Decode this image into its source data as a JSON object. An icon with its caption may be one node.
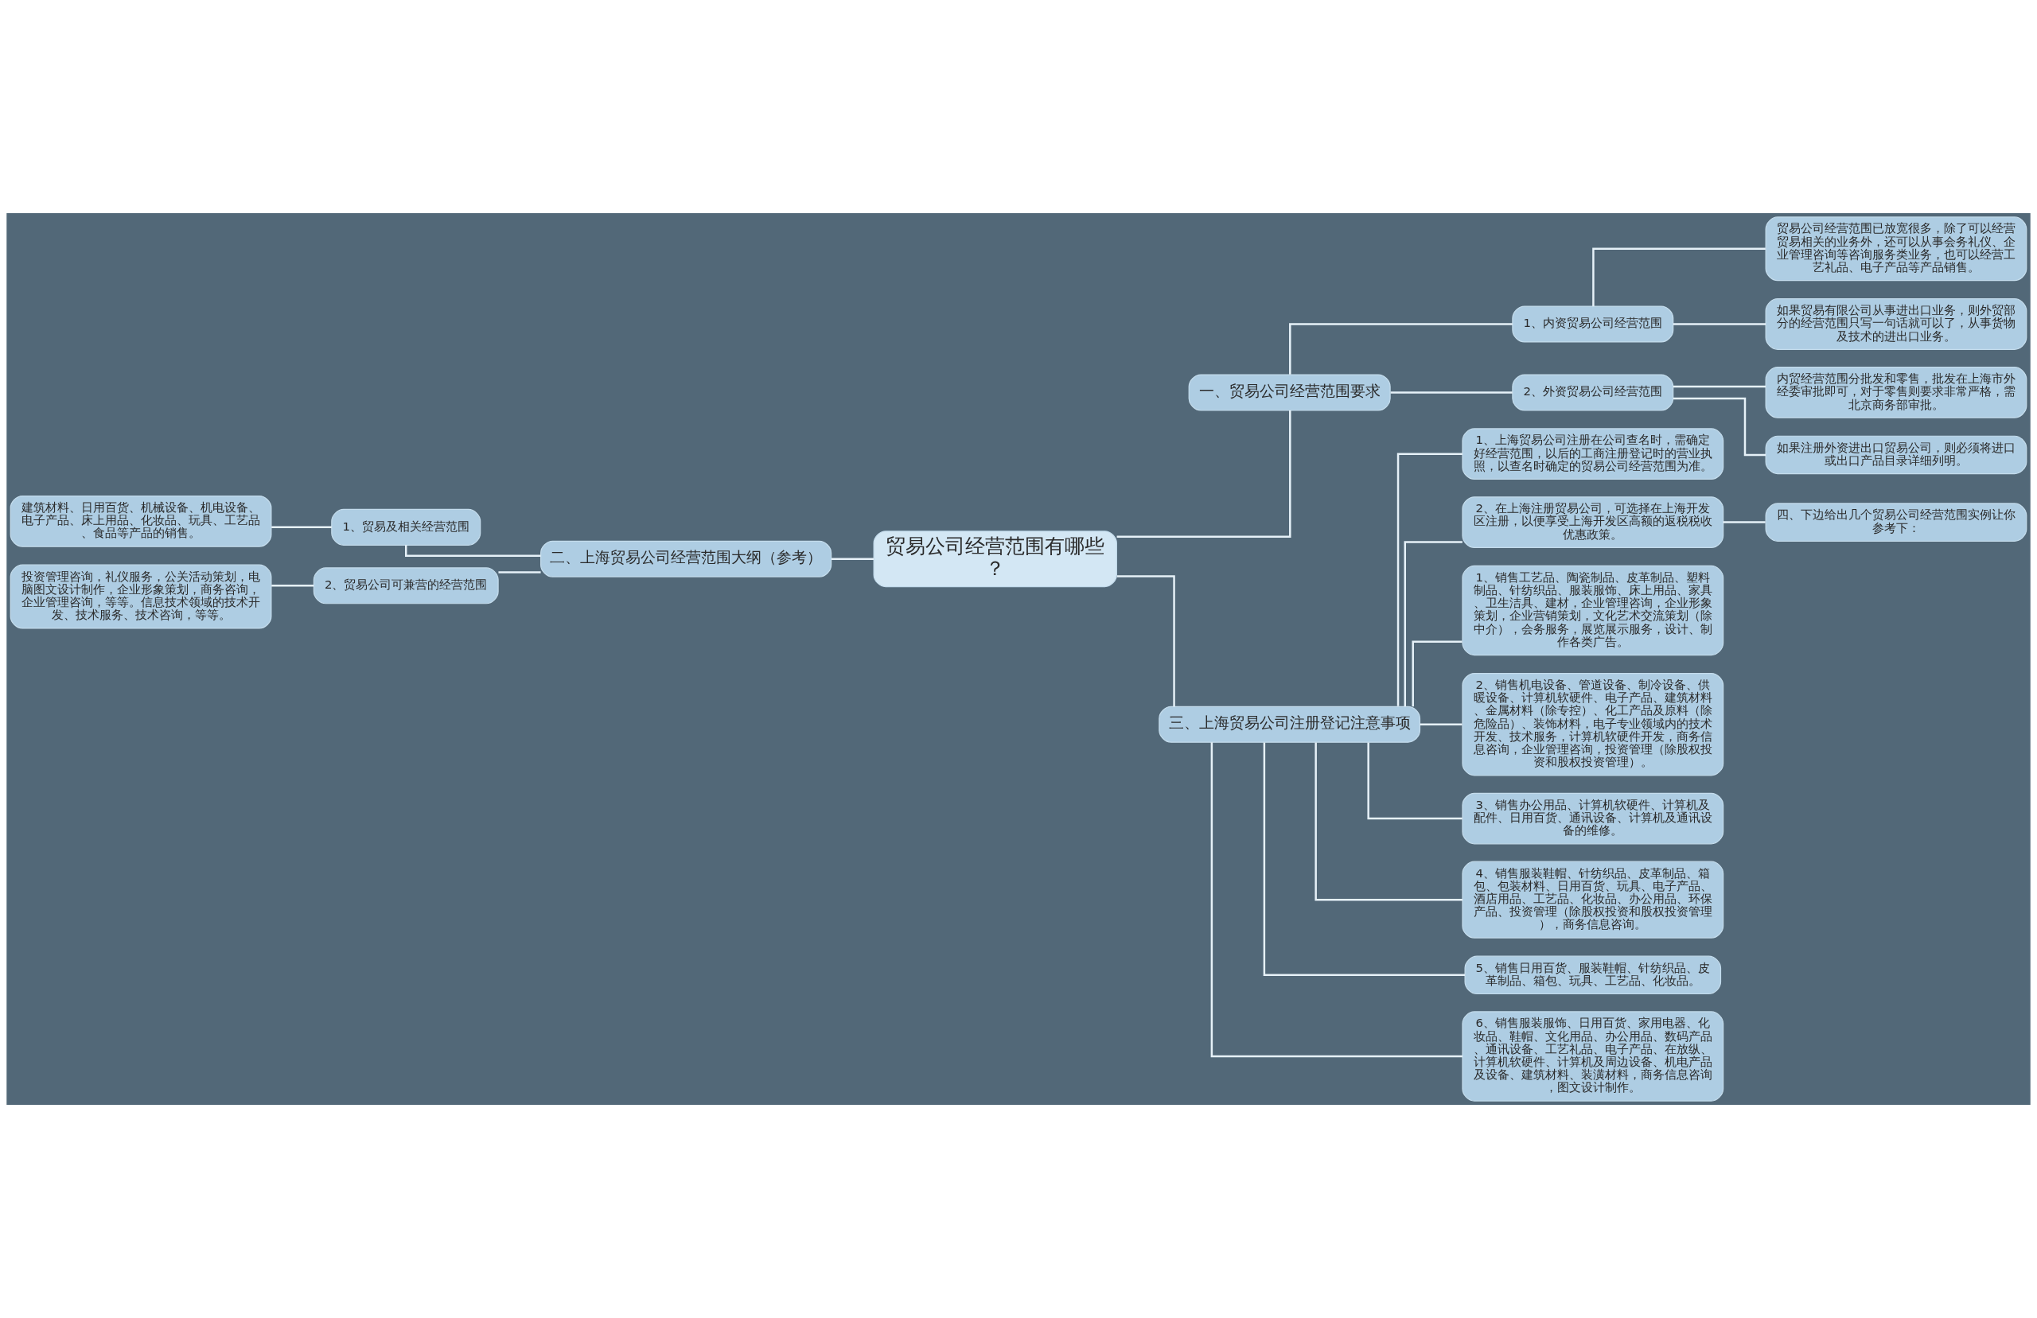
{
  "diagram": {
    "nodes": [
      {
        "text": [
          "贸易公司经营范围有哪些？"
        ]
      },
      {
        "text": [
          "一、贸易公司经营范围要求"
        ]
      },
      {
        "text": [
          "1、内资贸易公司经营范围"
        ]
      },
      {
        "text": [
          "贸易公司经营范围已放宽很多，除了可以经营贸易相关的业务外，还可以从事会务礼仪、企业管理咨询等咨询服务类业务，也可以经营工艺礼品、电子产品等产品销售。"
        ]
      },
      {
        "text": [
          "如果贸易有限公司从事进出口业务，则外贸部分的经营范围只写一句话就可以了，从事货物及技术的进出口业务。"
        ]
      },
      {
        "text": [
          "2、外资贸易公司经营范围"
        ]
      },
      {
        "text": [
          "内贸经营范围分批发和零售，批发在上海市外经委审批即可，对于零售则要求非常严格，需北京商务部审批。"
        ]
      },
      {
        "text": [
          "如果注册外资进出口贸易公司，则必须将进口或出口产品目录详细列明。"
        ]
      },
      {
        "text": [
          "三、上海贸易公司注册登记注意事项"
        ]
      },
      {
        "text": [
          "1、上海贸易公司注册在公司查名时，需确定好经营范围，以后的工商注册登记时的营业执照，以查名时确定的贸易公司经营范围为准。"
        ]
      },
      {
        "text": [
          "2、在上海注册贸易公司，可选择在上海开发区注册，以便享受上海开发区高额的返税税收优惠政策。"
        ]
      },
      {
        "text": [
          "四、下边给出几个贸易公司经营范围实例让你参考下："
        ]
      },
      {
        "text": [
          "1、销售工艺品、陶瓷制品、皮革制品、塑料制品、针纺织品、服装服饰、床上用品、家具、卫生洁具、建材，企业管理咨询，企业形象策划，企业营销策划，文化艺术交流策划（除中介），会务服务，展览展示服务，设计、制作各类广告。"
        ]
      },
      {
        "text": [
          "2、销售机电设备、管道设备、制冷设备、供暖设备、计算机软硬件、电子产品、建筑材料、金属材料（除专控）、化工产品及原料（除危险品）、装饰材料，电子专业领域内的技术开发、技术服务，计算机软硬件开发，商务信息咨询，企业管理咨询，投资管理（除股权投资和股权投资管理）。"
        ]
      },
      {
        "text": [
          "3、销售办公用品、计算机软硬件、计算机及配件、日用百货、通讯设备、计算机及通讯设备的维修。"
        ]
      },
      {
        "text": [
          "4、销售服装鞋帽、针纺织品、皮革制品、箱包、包装材料、日用百货、玩具、电子产品、酒店用品、工艺品、化妆品、办公用品、环保产品、投资管理（除股权投资和股权投资管理），商务信息咨询。"
        ]
      },
      {
        "text": [
          "5、销售日用百货、服装鞋帽、针纺织品、皮革制品、箱包、玩具、工艺品、化妆品。"
        ]
      },
      {
        "text": [
          "6、销售服装服饰、日用百货、家用电器、化妆品、鞋帽、文化用品、办公用品、数码产品、通讯设备、工艺礼品、电子产品、在放纵、计算机软硬件、计算机及周边设备、机电产品及设备、建筑材料、装潢材料，商务信息咨询，图文设计制作。"
        ]
      },
      {
        "text": [
          "二、上海贸易公司经营范围大纲（参考）"
        ]
      },
      {
        "text": [
          "1、贸易及相关经营范围"
        ]
      },
      {
        "text": [
          "建筑材料、日用百货、机械设备、机电设备、电子产品、床上用品、化妆品、玩具、工艺品、食品等产品的销售。"
        ]
      },
      {
        "text": [
          "2、贸易公司可兼营的经营范围"
        ]
      },
      {
        "text": [
          "投资管理咨询，礼仪服务，公关活动策划，电脑图文设计制作，企业形象策划，商务咨询，企业管理咨询，等等。信息技术领域的技术开发、技术服务、技术咨询，等等。"
        ]
      }
    ],
    "edges": [
      {
        "from": 0,
        "to": 1,
        "arrow": "none"
      },
      {
        "from": 1,
        "to": 2,
        "arrow": "none"
      },
      {
        "from": 2,
        "to": 3,
        "arrow": "none"
      },
      {
        "from": 2,
        "to": 4,
        "arrow": "none"
      },
      {
        "from": 1,
        "to": 5,
        "arrow": "none"
      },
      {
        "from": 5,
        "to": 6,
        "arrow": "none"
      },
      {
        "from": 5,
        "to": 7,
        "arrow": "none"
      },
      {
        "from": 0,
        "to": 8,
        "arrow": "none"
      },
      {
        "from": 8,
        "to": 9,
        "arrow": "none"
      },
      {
        "from": 8,
        "to": 10,
        "arrow": "none"
      },
      {
        "from": 10,
        "to": 11,
        "arrow": "none"
      },
      {
        "from": 8,
        "to": 12,
        "arrow": "none"
      },
      {
        "from": 8,
        "to": 13,
        "arrow": "none"
      },
      {
        "from": 8,
        "to": 14,
        "arrow": "none"
      },
      {
        "from": 8,
        "to": 15,
        "arrow": "none"
      },
      {
        "from": 8,
        "to": 16,
        "arrow": "none"
      },
      {
        "from": 8,
        "to": 17,
        "arrow": "none"
      },
      {
        "from": 0,
        "to": 18,
        "arrow": "none"
      },
      {
        "from": 18,
        "to": 19,
        "arrow": "none"
      },
      {
        "from": 19,
        "to": 20,
        "arrow": "none"
      },
      {
        "from": 18,
        "to": 21,
        "arrow": "none"
      },
      {
        "from": 21,
        "to": 22,
        "arrow": "none"
      }
    ]
  }
}
